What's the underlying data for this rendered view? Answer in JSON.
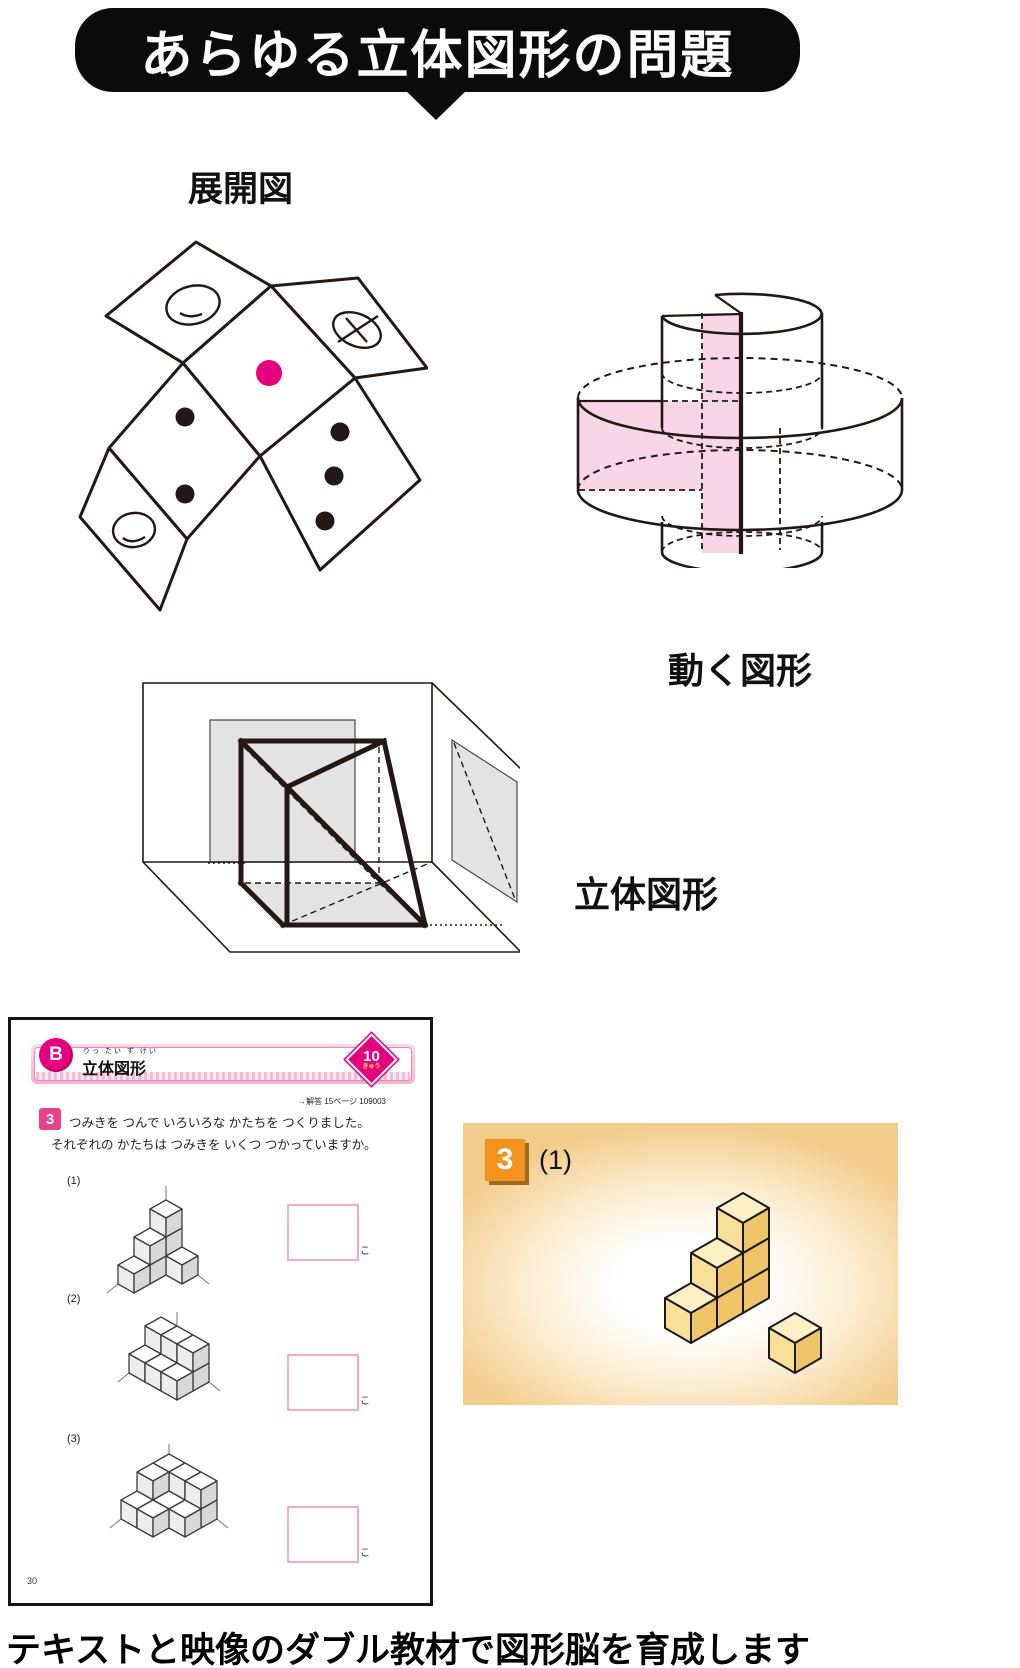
{
  "banner": {
    "title": "あらゆる立体図形の問題"
  },
  "section_labels": {
    "net": "展開図",
    "moving": "動く図形",
    "solid": "立体図形"
  },
  "workbook": {
    "level_badge": "B",
    "unit_furigana": "りっ たい ず けい",
    "unit_title": "立体図形",
    "grade_number": "10",
    "grade_suffix": "きゅう",
    "answer_ref": "→解答 15ページ 109003",
    "problem_number": "3",
    "problem_text_line1": "つみきを つんで いろいろな かたちを つくりました。",
    "problem_text_line2": "それぞれの かたちは つみきを いくつ つかっていますか。",
    "items": [
      {
        "label": "(1)",
        "unit": "こ"
      },
      {
        "label": "(2)",
        "unit": "こ"
      },
      {
        "label": "(3)",
        "unit": "こ"
      }
    ],
    "page_number": "30"
  },
  "video_panel": {
    "problem_number": "3",
    "part_label": "(1)"
  },
  "caption": "テキストと映像のダブル教材で図形脳を育成します",
  "colors": {
    "accent_magenta": "#E4007F",
    "workbook_box_pink": "#F8A8C8",
    "panel_badge_orange": "#F6921E",
    "cross_section_pink": "#F8D6E8"
  }
}
